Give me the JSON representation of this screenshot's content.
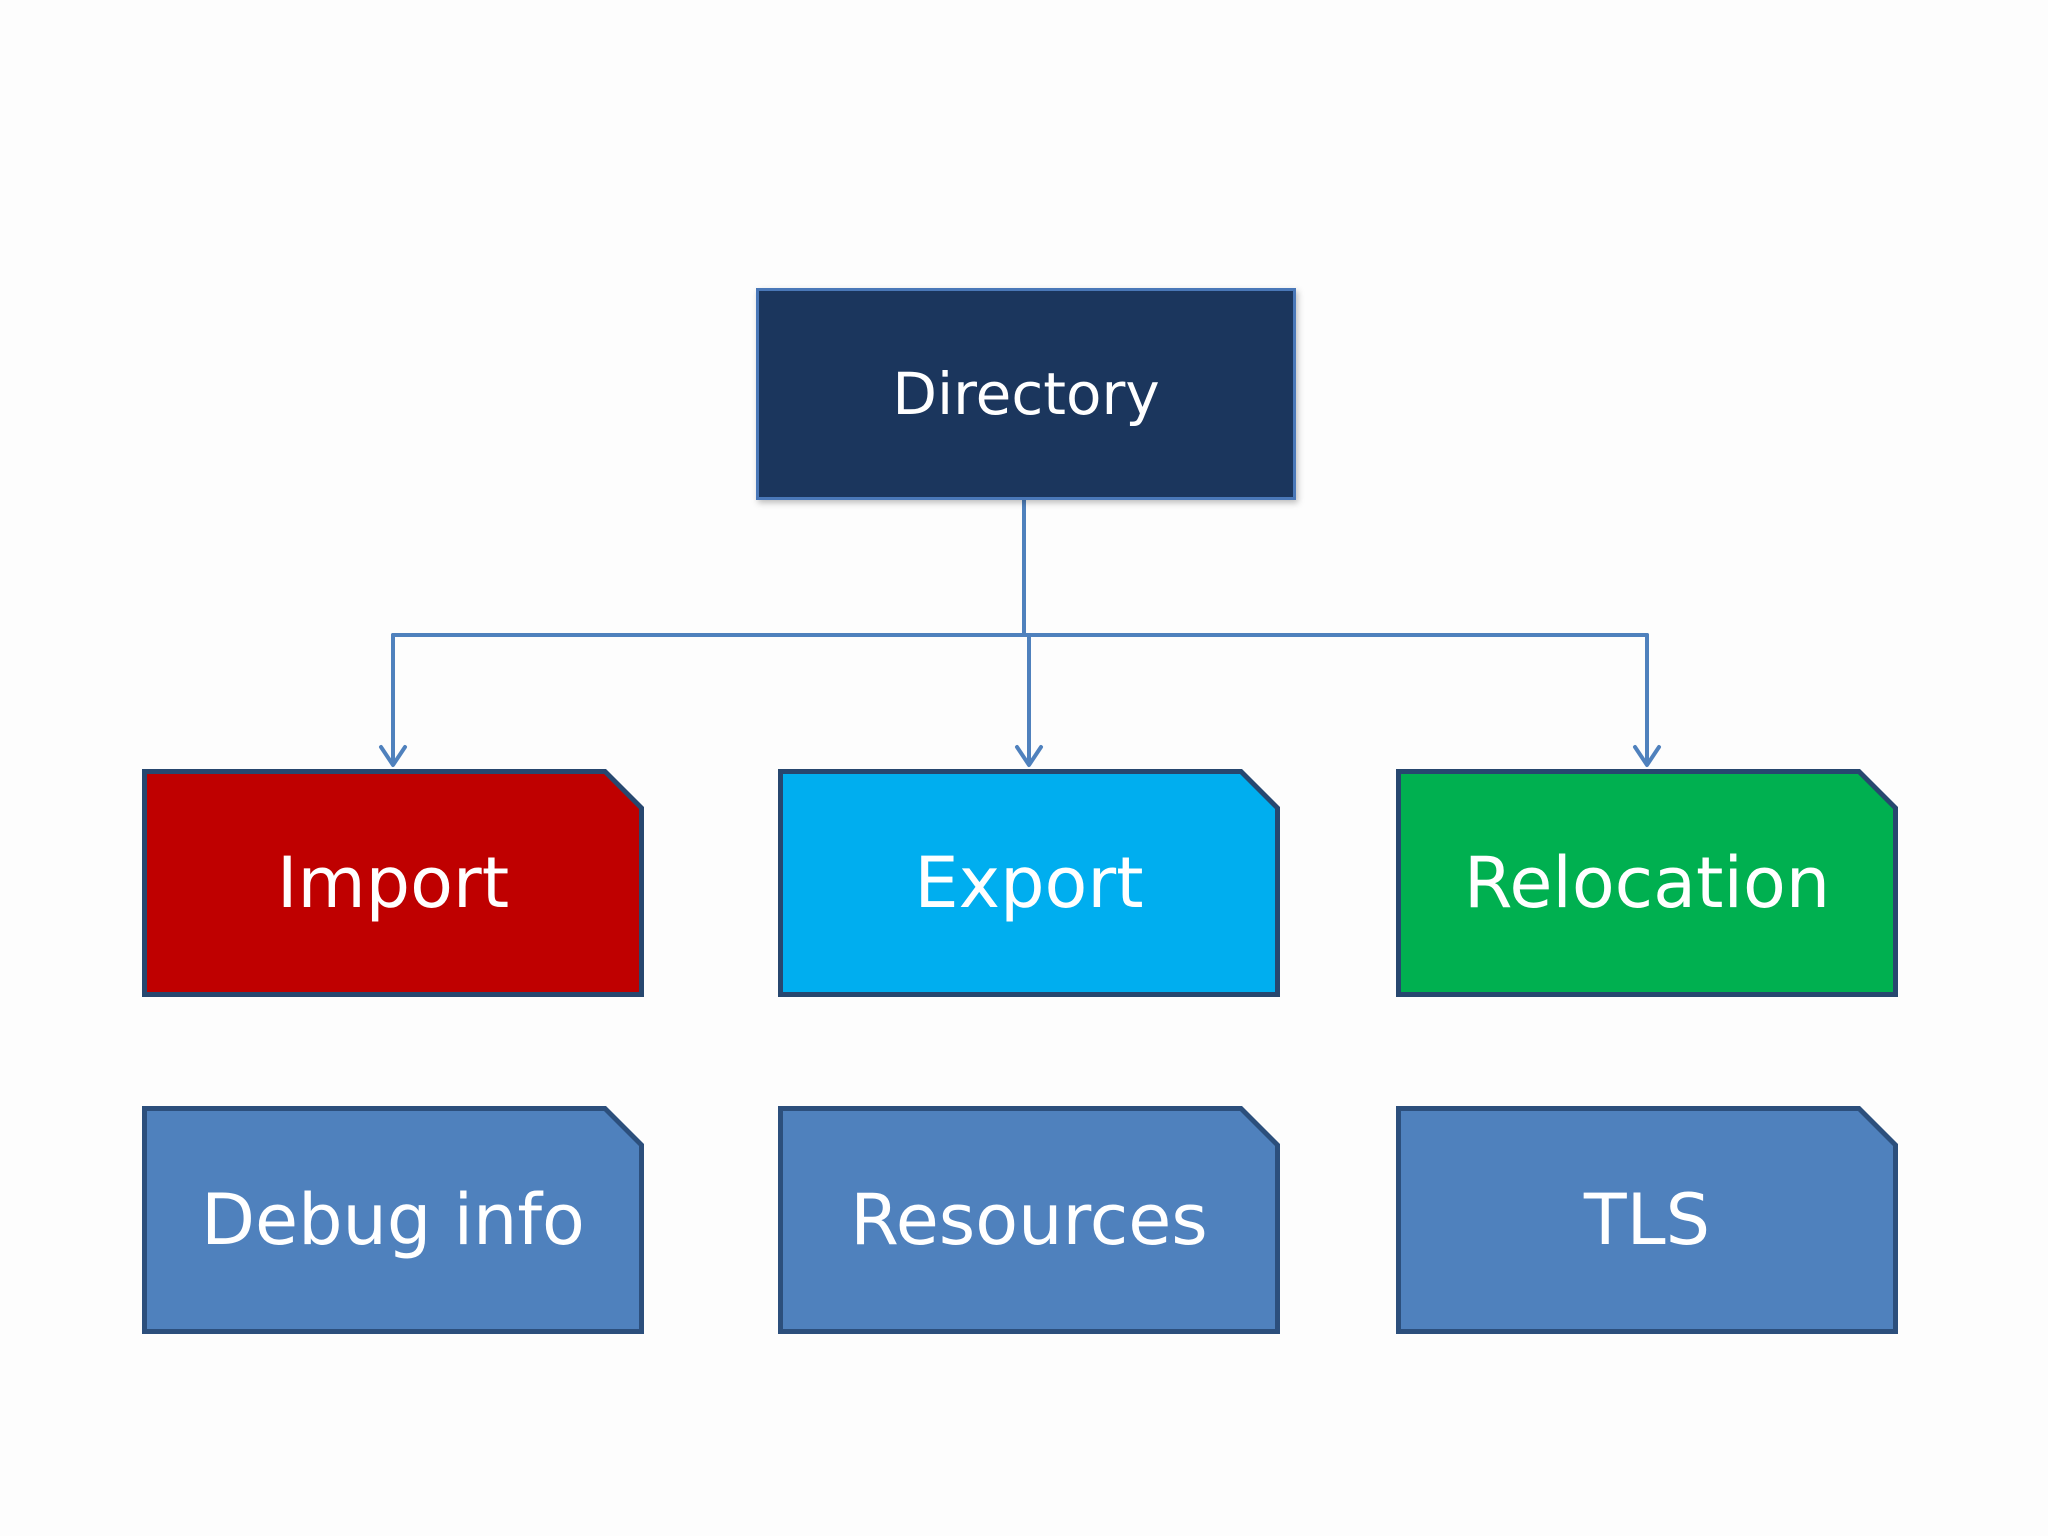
{
  "diagram": {
    "root": {
      "label": "Directory",
      "color": "#1b365d"
    },
    "children": [
      {
        "label": "Import",
        "color": "#bf0000",
        "border": "#27476f"
      },
      {
        "label": "Export",
        "color": "#00aeef",
        "border": "#27476f"
      },
      {
        "label": "Relocation",
        "color": "#00b050",
        "border": "#27476f"
      }
    ],
    "others": [
      {
        "label": "Debug info",
        "color": "#4f81bd",
        "border": "#2c4f7c"
      },
      {
        "label": "Resources",
        "color": "#4f81bd",
        "border": "#2c4f7c"
      },
      {
        "label": "TLS",
        "color": "#4f81bd",
        "border": "#2c4f7c"
      }
    ],
    "connector_color": "#4f81bd"
  }
}
